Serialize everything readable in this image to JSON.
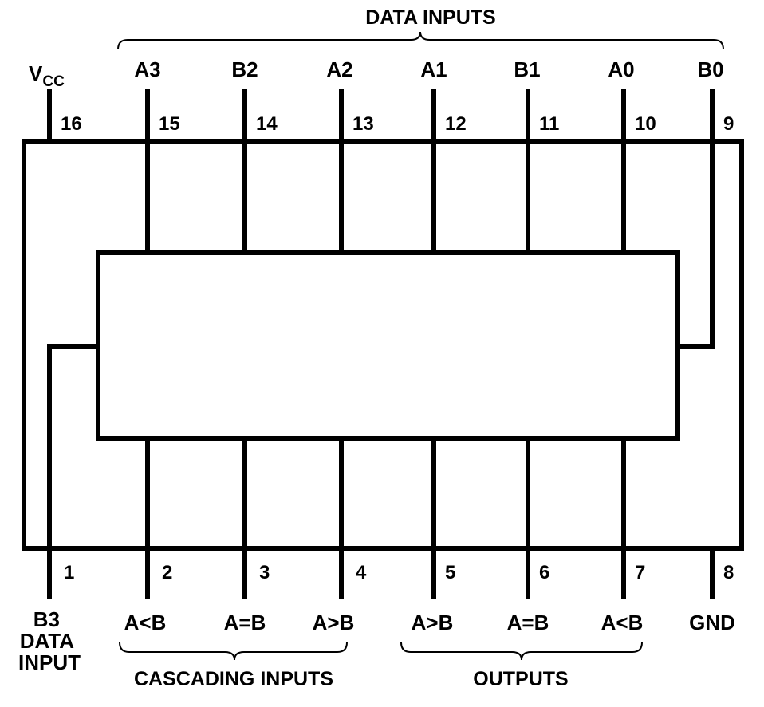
{
  "group_labels": {
    "data_inputs": "DATA INPUTS",
    "cascading_inputs": "CASCADING INPUTS",
    "outputs": "OUTPUTS"
  },
  "top_pins": [
    {
      "number": "16",
      "label": "V",
      "label_sub": "CC"
    },
    {
      "number": "15",
      "label": "A3"
    },
    {
      "number": "14",
      "label": "B2"
    },
    {
      "number": "13",
      "label": "A2"
    },
    {
      "number": "12",
      "label": "A1"
    },
    {
      "number": "11",
      "label": "B1"
    },
    {
      "number": "10",
      "label": "A0"
    },
    {
      "number": "9",
      "label": "B0"
    }
  ],
  "bottom_pins": [
    {
      "number": "1",
      "label_lines": [
        "B3",
        "DATA",
        "INPUT"
      ]
    },
    {
      "number": "2",
      "label": "A<B"
    },
    {
      "number": "3",
      "label": "A=B"
    },
    {
      "number": "4",
      "label": "A>B"
    },
    {
      "number": "5",
      "label": "A>B"
    },
    {
      "number": "6",
      "label": "A=B"
    },
    {
      "number": "7",
      "label": "A<B"
    },
    {
      "number": "8",
      "label": "GND"
    }
  ],
  "colors": {
    "line": "#000000",
    "background": "#ffffff"
  }
}
